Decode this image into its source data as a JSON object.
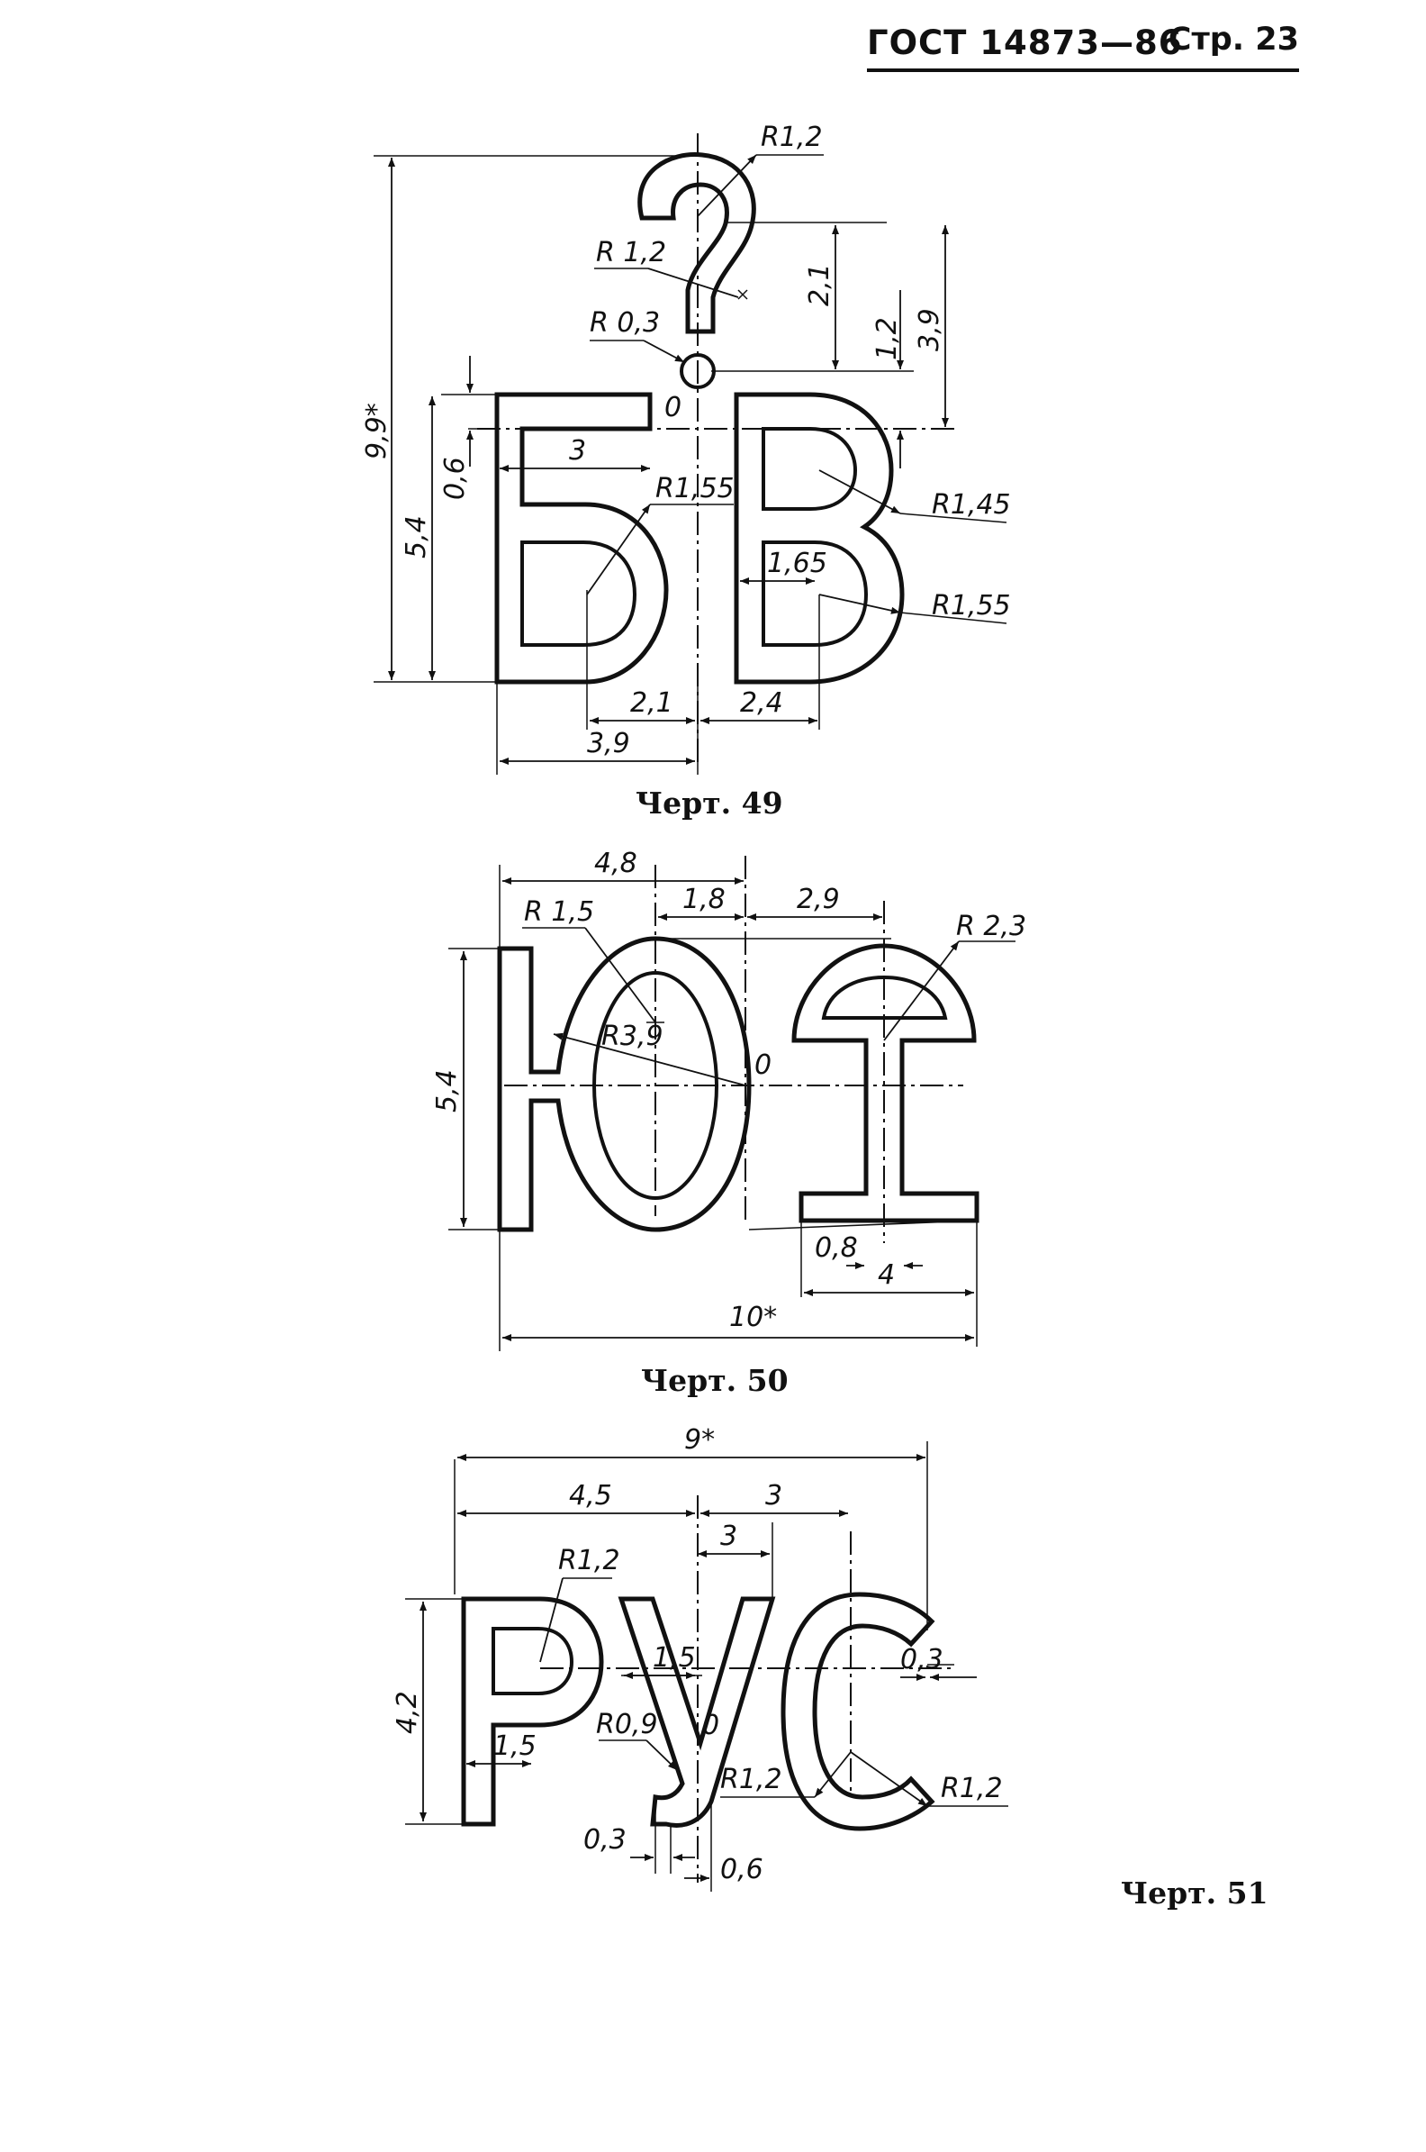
{
  "header": {
    "standard": "ГОСТ 14873—86",
    "page": "Стр. 23"
  },
  "fig49": {
    "caption": "Черт. 49",
    "dims": {
      "r_q_top": "R1,2",
      "r_q_mid": "R 1,2",
      "r_dot": "R 0,3",
      "d_2_1_right": "2,1",
      "d_1_2_right": "1,2",
      "d_3_9_right": "3,9",
      "d_9_9": "9,9*",
      "d_5_4": "5,4",
      "d_0_6": "0,6",
      "d_3": "3",
      "origin": "0",
      "r_b": "R1,55",
      "d_1_65": "1,65",
      "r_v_top": "R1,45",
      "r_v_bot": "R1,55",
      "d_2_1_bottom": "2,1",
      "d_2_4": "2,4",
      "d_3_9_bottom": "3,9"
    }
  },
  "fig50": {
    "caption": "Черт. 50",
    "dims": {
      "d_4_8": "4,8",
      "d_1_8": "1,8",
      "d_2_9": "2,9",
      "r_1_5": "R 1,5",
      "r_2_3": "R 2,3",
      "r_3_9": "R3,9",
      "origin": "0",
      "d_5_4": "5,4",
      "d_0_8": "0,8",
      "d_4": "4",
      "d_10": "10*"
    }
  },
  "fig51": {
    "caption": "Черт. 51",
    "dims": {
      "d_9": "9*",
      "d_4_5": "4,5",
      "d_3_top": "3",
      "d_3_mid": "3",
      "r_p": "R1,2",
      "d_1_5_u": "1,5",
      "d_0_3_c": "0,3",
      "d_4_2": "4,2",
      "r_0_9": "R0,9",
      "origin": "0",
      "d_1_5_p": "1,5",
      "r_u": "R1,2",
      "r_c": "R1,2",
      "d_0_3_bottom": "0,3",
      "d_0_6": "0,6"
    }
  }
}
